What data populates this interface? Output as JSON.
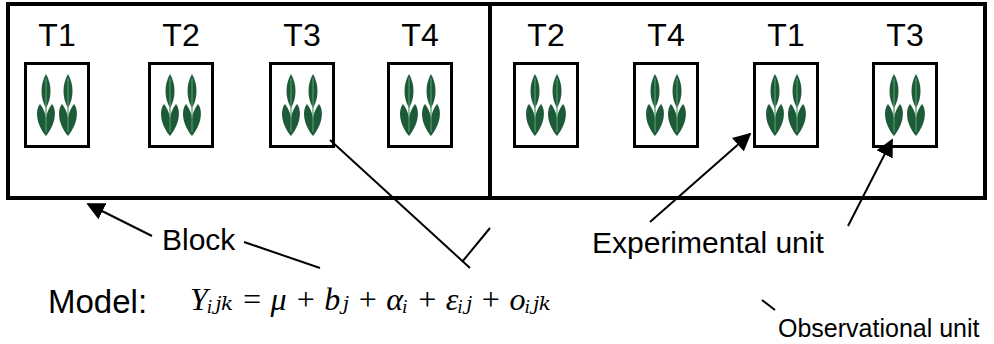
{
  "diagram": {
    "nodes": [
      {
        "text": [
          "T1"
        ]
      },
      {
        "text": [
          "T2"
        ]
      },
      {
        "text": [
          "T3"
        ]
      },
      {
        "text": [
          "T4"
        ]
      },
      {
        "text": [
          "T2"
        ]
      },
      {
        "text": [
          "T4"
        ]
      },
      {
        "text": [
          "T1"
        ]
      },
      {
        "text": [
          "T3"
        ]
      }
    ],
    "labels": [
      "Block",
      "Experimental unit",
      "Model:",
      "Yᵢⱼₖ = μ + bⱼ + αᵢ + εᵢⱼ + oᵢⱼₖ",
      "Observational unit"
    ]
  }
}
